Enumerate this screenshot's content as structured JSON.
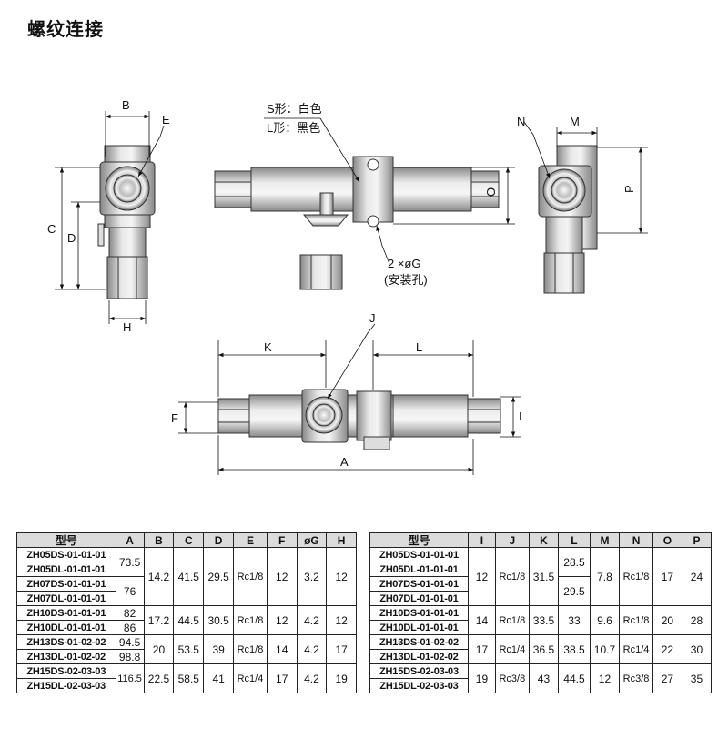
{
  "title": "螺纹连接",
  "drawing": {
    "color_labels": [
      "S形：白色",
      "L形：黑色"
    ],
    "mount_hole": [
      "2 ×øG",
      "(安装孔)"
    ],
    "dims": {
      "B": "B",
      "E": "E",
      "C": "C",
      "D": "D",
      "H": "H",
      "O": "O",
      "N": "N",
      "M": "M",
      "P": "P",
      "K": "K",
      "L": "L",
      "J": "J",
      "F": "F",
      "I": "I",
      "A": "A"
    }
  },
  "table1": {
    "headers": [
      "型号",
      "A",
      "B",
      "C",
      "D",
      "E",
      "F",
      "øG",
      "H"
    ],
    "rows": [
      {
        "models": [
          "ZH05DS-01-01-01",
          "ZH05DL-01-01-01"
        ],
        "A": "73.5"
      },
      {
        "models": [
          "ZH07DS-01-01-01",
          "ZH07DL-01-01-01"
        ],
        "A": "76"
      },
      {
        "models": [
          "ZH10DS-01-01-01",
          "ZH10DL-01-01-01"
        ],
        "A": [
          "82",
          "86"
        ]
      },
      {
        "models": [
          "ZH13DS-01-02-02",
          "ZH13DL-01-02-02"
        ],
        "A": [
          "94.5",
          "98.8"
        ]
      },
      {
        "models": [
          "ZH15DS-02-03-03",
          "ZH15DL-02-03-03"
        ],
        "A": "116.5"
      }
    ],
    "groups": [
      {
        "B": "14.2",
        "C": "41.5",
        "D": "29.5",
        "E": "Rc1/8",
        "F": "12",
        "G": "3.2",
        "H": "12"
      },
      {
        "B": "17.2",
        "C": "44.5",
        "D": "30.5",
        "E": "Rc1/8",
        "F": "12",
        "G": "4.2",
        "H": "12"
      },
      {
        "B": "20",
        "C": "53.5",
        "D": "39",
        "E": "Rc1/8",
        "F": "14",
        "G": "4.2",
        "H": "17"
      },
      {
        "B": "22.5",
        "C": "58.5",
        "D": "41",
        "E": "Rc1/4",
        "F": "17",
        "G": "4.2",
        "H": "19"
      }
    ]
  },
  "table2": {
    "headers": [
      "型号",
      "I",
      "J",
      "K",
      "L",
      "M",
      "N",
      "O",
      "P"
    ],
    "models": [
      "ZH05DS-01-01-01",
      "ZH05DL-01-01-01",
      "ZH07DS-01-01-01",
      "ZH07DL-01-01-01",
      "ZH10DS-01-01-01",
      "ZH10DL-01-01-01",
      "ZH13DS-01-02-02",
      "ZH13DL-01-02-02",
      "ZH15DS-02-03-03",
      "ZH15DL-02-03-03"
    ],
    "group1": {
      "I": "12",
      "J": "Rc1/8",
      "K": "31.5",
      "L": [
        "28.5",
        "29.5"
      ],
      "M": "7.8",
      "N": "Rc1/8",
      "O": "17",
      "P": "24"
    },
    "groups": [
      {
        "I": "14",
        "J": "Rc1/8",
        "K": "33.5",
        "L": "33",
        "M": "9.6",
        "N": "Rc1/8",
        "O": "20",
        "P": "28"
      },
      {
        "I": "17",
        "J": "Rc1/4",
        "K": "36.5",
        "L": "38.5",
        "M": "10.7",
        "N": "Rc1/4",
        "O": "22",
        "P": "30"
      },
      {
        "I": "19",
        "J": "Rc3/8",
        "K": "43",
        "L": "44.5",
        "M": "12",
        "N": "Rc3/8",
        "O": "27",
        "P": "35"
      }
    ]
  }
}
